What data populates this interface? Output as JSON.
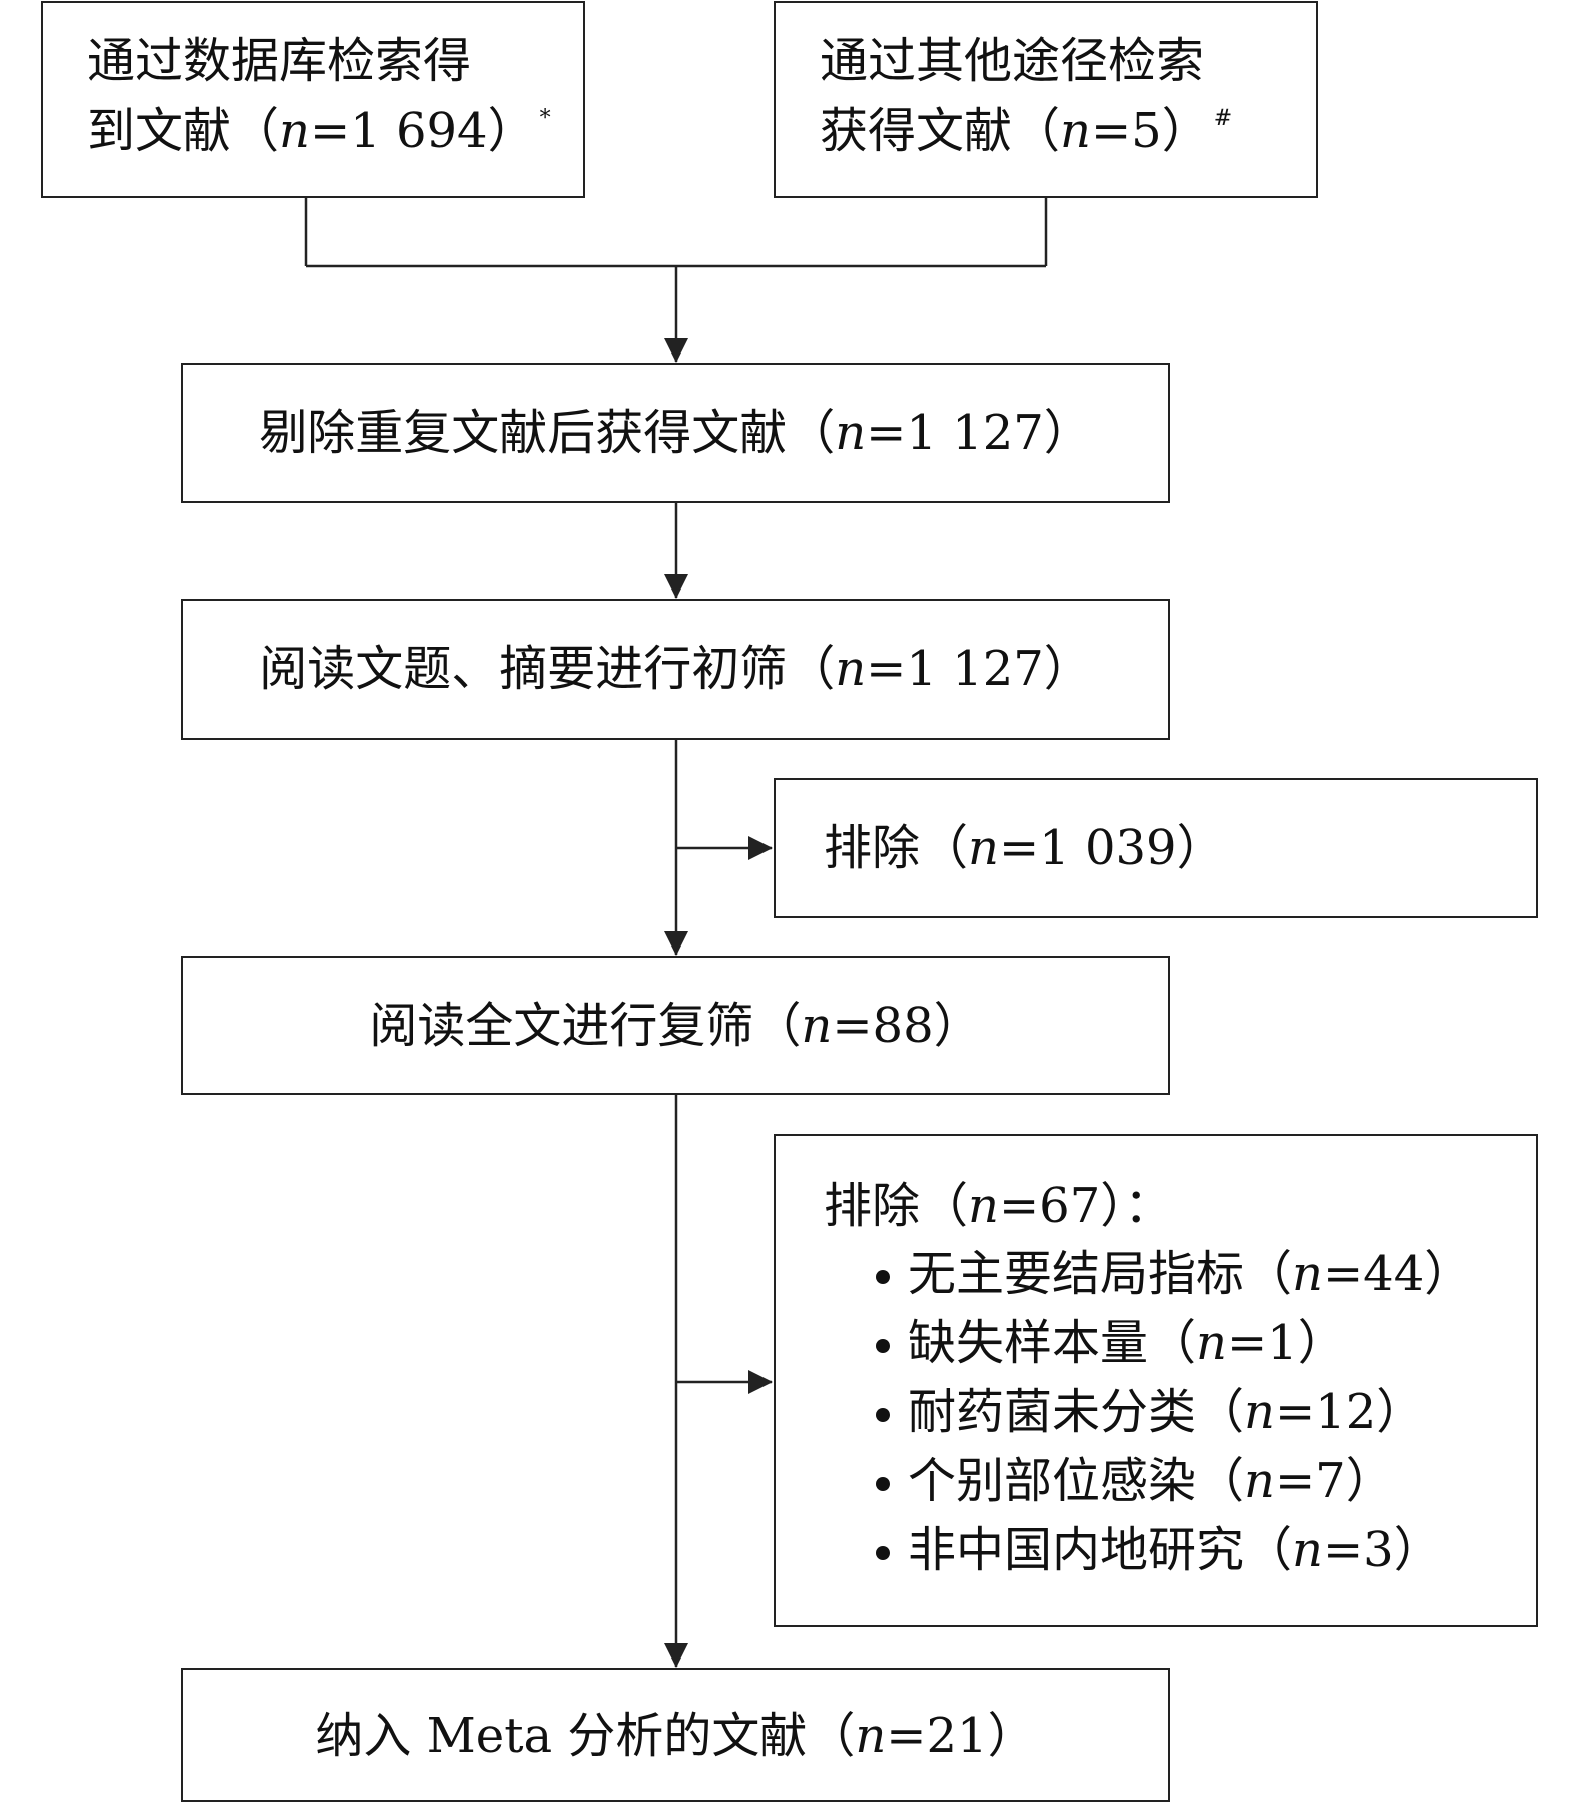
{
  "boxes": {
    "database": {
      "line1": "通过数据库检索得",
      "line2_text": "到文献（",
      "n": "1 694",
      "close": "）",
      "mark": "*"
    },
    "other": {
      "line1": "通过其他途径检索",
      "line2_text": "获得文献（",
      "n": "5",
      "close": "）",
      "mark": "#"
    },
    "dedup": {
      "text": "剔除重复文献后获得文献（",
      "n": "1 127",
      "close": "）"
    },
    "screen1": {
      "text": "阅读文题、摘要进行初筛（",
      "n": "1 127",
      "close": "）"
    },
    "exclude1": {
      "text": "排除（",
      "n": "1 039",
      "close": "）"
    },
    "screen2": {
      "text": "阅读全文进行复筛（",
      "n": "88",
      "close": "）"
    },
    "exclude2": {
      "title_text": "排除（",
      "n": "67",
      "title_close": "）：",
      "items": [
        {
          "label": "无主要结局指标（",
          "n": "44",
          "close": "）"
        },
        {
          "label": "缺失样本量（",
          "n": "1",
          "close": "）"
        },
        {
          "label": "耐药菌未分类（",
          "n": "12",
          "close": "）"
        },
        {
          "label": "个别部位感染（",
          "n": "7",
          "close": "）"
        },
        {
          "label": "非中国内地研究（",
          "n": "3",
          "close": "）"
        }
      ]
    },
    "included": {
      "text": "纳入 Meta 分析的文献（",
      "n": "21",
      "close": "）"
    }
  },
  "n_symbol": "n",
  "equals": "="
}
